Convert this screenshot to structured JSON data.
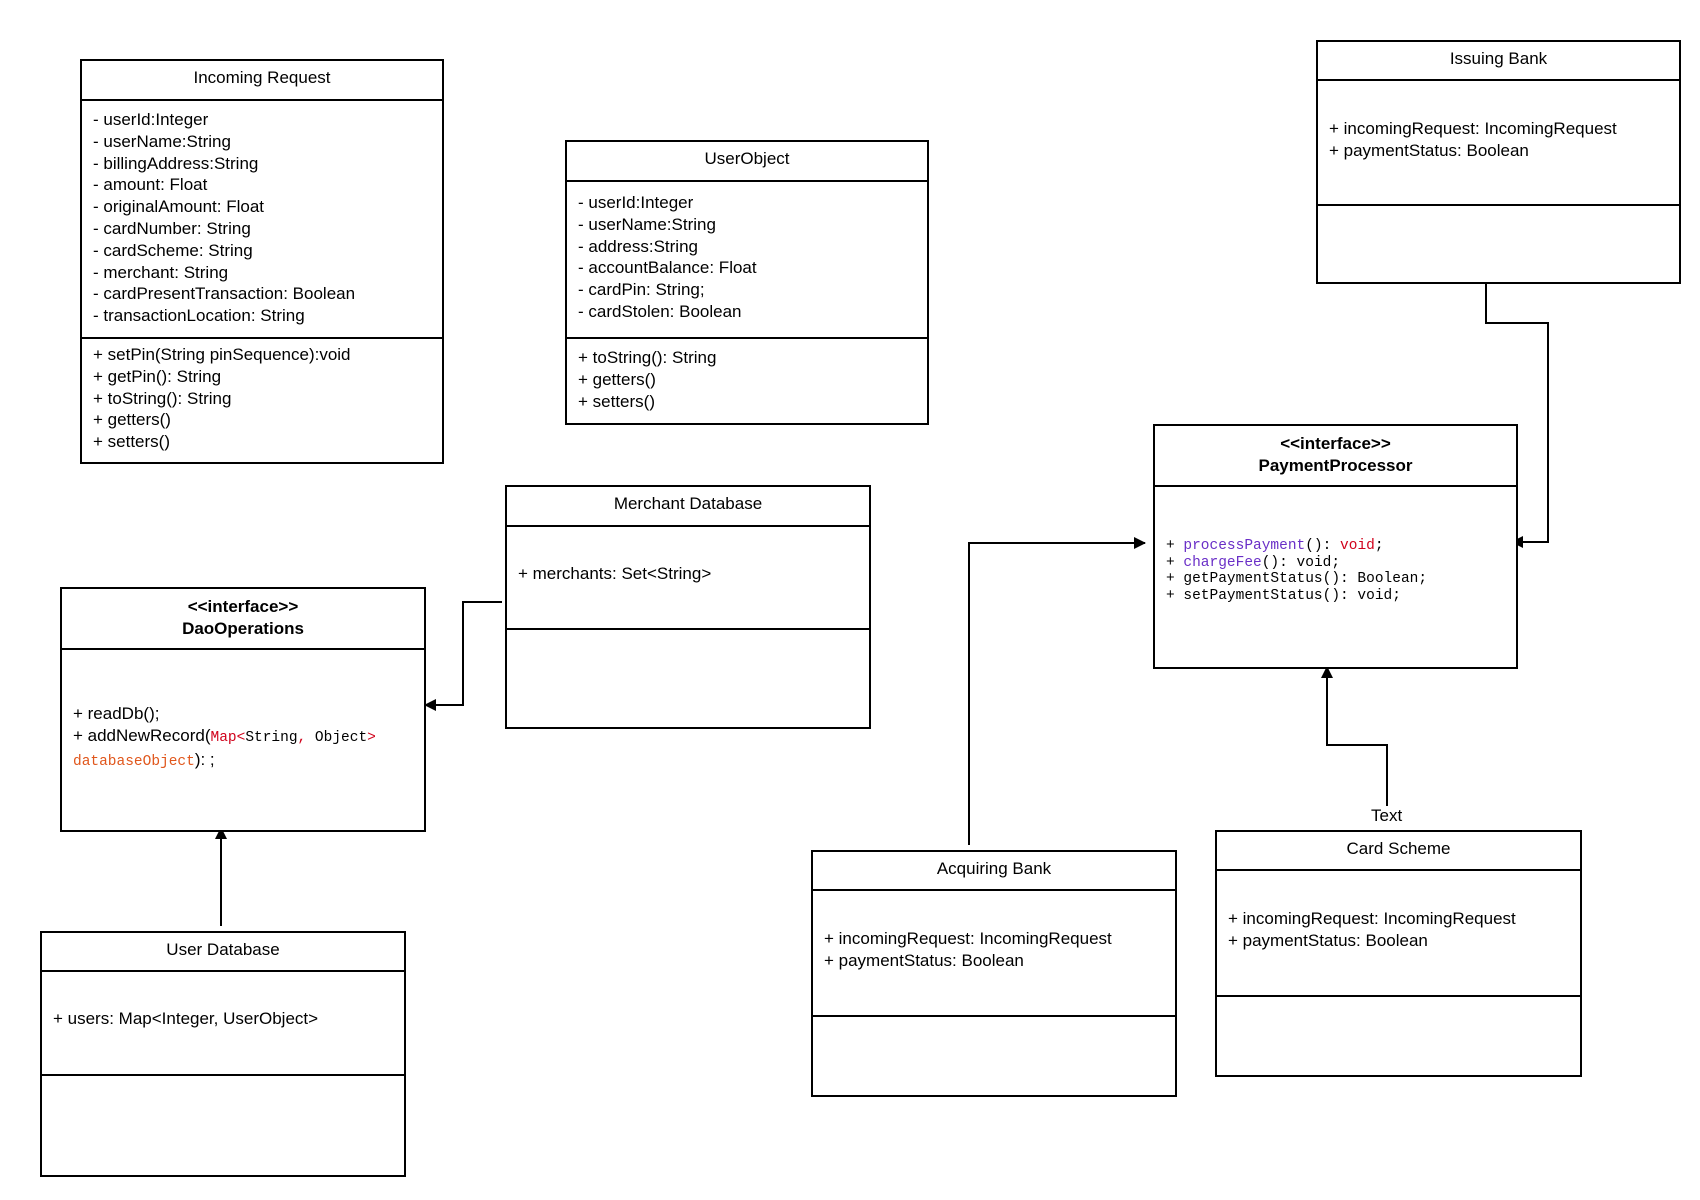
{
  "diagram": {
    "classes": {
      "incoming_request": {
        "name": "Incoming Request",
        "attributes": [
          "- userId:Integer",
          "- userName:String",
          "- billingAddress:String",
          "- amount: Float",
          "- originalAmount: Float",
          "- cardNumber: String",
          "- cardScheme: String",
          "- merchant: String",
          "- cardPresentTransaction: Boolean",
          "- transactionLocation: String"
        ],
        "methods": [
          "+ setPin(String pinSequence):void",
          "+ getPin(): String",
          "+ toString(): String",
          "+ getters()",
          "+ setters()"
        ]
      },
      "user_object": {
        "name": "UserObject",
        "attributes": [
          "- userId:Integer",
          "- userName:String",
          "- address:String",
          "- accountBalance: Float",
          "- cardPin: String;",
          "- cardStolen: Boolean"
        ],
        "methods": [
          "+ toString(): String",
          "+ getters()",
          "+ setters()"
        ]
      },
      "issuing_bank": {
        "name": "Issuing Bank",
        "attributes": [
          "+ incomingRequest: IncomingRequest",
          "+ paymentStatus: Boolean"
        ]
      },
      "payment_processor": {
        "stereotype": "<<interface>>",
        "name": "PaymentProcessor",
        "methods": {
          "m1_prefix": "+ ",
          "m1_name": "processPayment",
          "m1_parens": "(): ",
          "m1_type": "void",
          "m1_end": ";",
          "m2_prefix": "+ ",
          "m2_name": "chargeFee",
          "m2_rest": "(): void;",
          "m3": "+ getPaymentStatus(): Boolean;",
          "m4": "+ setPaymentStatus(): void;"
        }
      },
      "merchant_database": {
        "name": "Merchant Database",
        "attributes": [
          "+ merchants: Set<String>"
        ]
      },
      "dao_operations": {
        "stereotype": "<<interface>>",
        "name": "DaoOperations",
        "methods": {
          "m1": "+ readDb();",
          "m2_prefix": "+ addNewRecord(",
          "m2_map": "Map<",
          "m2_string": "String",
          "m2_comma": ",",
          "m2_object": " Object",
          "m2_gt": ">",
          "m2_param": "databaseObject",
          "m2_end": "): ;"
        }
      },
      "user_database": {
        "name": "User Database",
        "attributes": [
          "+ users: Map<Integer, UserObject>"
        ]
      },
      "acquiring_bank": {
        "name": "Acquiring Bank",
        "attributes": [
          "+ incomingRequest: IncomingRequest",
          "+ paymentStatus: Boolean"
        ]
      },
      "card_scheme": {
        "name": "Card Scheme",
        "attributes": [
          "+ incomingRequest: IncomingRequest",
          "+ paymentStatus: Boolean"
        ]
      }
    },
    "edge_labels": {
      "card_scheme_edge": "Text"
    },
    "colors": {
      "line": "#000000",
      "keyword_red": "#d0021b",
      "param_orange": "#e0561b",
      "method_purple": "#6a2fc7"
    }
  }
}
